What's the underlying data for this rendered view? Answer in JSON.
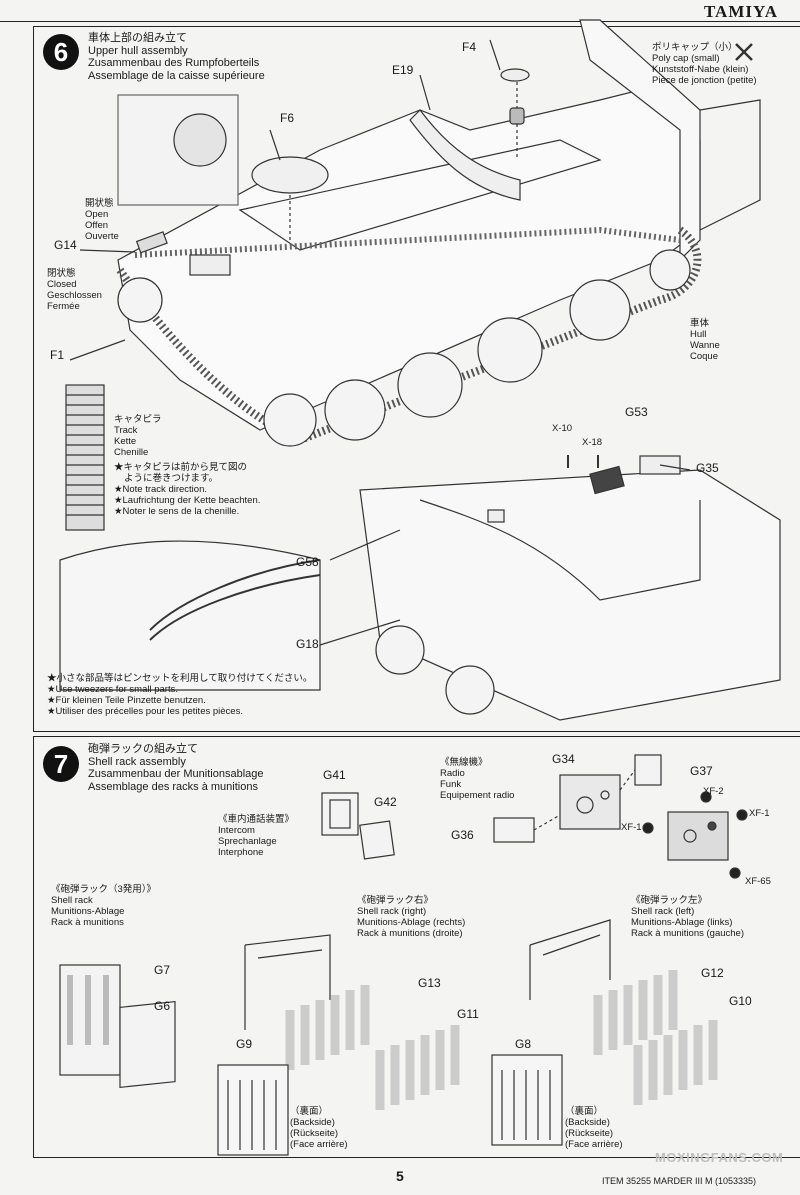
{
  "brand": "TAMIYA",
  "step6": {
    "number": "6",
    "title_jp": "車体上部の組み立て",
    "title_en": "Upper hull assembly",
    "title_de": "Zusammenbau des Rumpfoberteils",
    "title_fr": "Assemblage de la caisse supérieure",
    "parts": {
      "f4": "F4",
      "e19": "E19",
      "f6": "F6",
      "g14": "G14",
      "f1": "F1",
      "g53": "G53",
      "g35": "G35",
      "g58": "G58",
      "g18": "G18",
      "x10": "X-10",
      "x18": "X-18"
    },
    "polycap": [
      "ポリキャップ（小）",
      "Poly cap (small)",
      "Kunststoff-Nabe (klein)",
      "Pièce de jonction (petite)"
    ],
    "open": [
      "開状態",
      "Open",
      "Offen",
      "Ouverte"
    ],
    "closed": [
      "閉状態",
      "Closed",
      "Geschlossen",
      "Fermée"
    ],
    "hull": [
      "車体",
      "Hull",
      "Wanne",
      "Coque"
    ],
    "track": [
      "キャタピラ",
      "Track",
      "Kette",
      "Chenille"
    ],
    "track_note": [
      "★キャタピラは前から見て図の",
      "ように巻きつけます。",
      "★Note track direction.",
      "★Laufrichtung der Kette beachten.",
      "★Noter le sens de la chenille."
    ],
    "tweezer_note": [
      "★小さな部品等はピンセットを利用して取り付けてください。",
      "★Use tweezers for small parts.",
      "★Für kleinen Teile Pinzette benutzen.",
      "★Utiliser des précelles pour les petites pièces."
    ]
  },
  "step7": {
    "number": "7",
    "title_jp": "砲弾ラックの組み立て",
    "title_en": "Shell rack assembly",
    "title_de": "Zusammenbau der Munitionsablage",
    "title_fr": "Assemblage des racks à munitions",
    "radio": [
      "《無線機》",
      "Radio",
      "Funk",
      "Equipement radio"
    ],
    "intercom": [
      "《車内通話装置》",
      "Intercom",
      "Sprechanlage",
      "Interphone"
    ],
    "rack3": [
      "《砲弾ラック（3発用）》",
      "Shell rack",
      "Munitions-Ablage",
      "Rack à munitions"
    ],
    "rack_right": [
      "《砲弾ラック右》",
      "Shell rack (right)",
      "Munitions-Ablage (rechts)",
      "Rack à munitions (droite)"
    ],
    "rack_left": [
      "《砲弾ラック左》",
      "Shell rack (left)",
      "Munitions-Ablage (links)",
      "Rack à munitions (gauche)"
    ],
    "backside": [
      "（裏面）",
      "(Backside)",
      "(Rückseite)",
      "(Face arrière)"
    ],
    "parts": {
      "g41": "G41",
      "g42": "G42",
      "g34": "G34",
      "g37": "G37",
      "g36": "G36",
      "xf2": "XF-2",
      "xf1a": "XF-1",
      "xf1b": "XF-1",
      "xf65": "XF-65",
      "g7": "G7",
      "g6": "G6",
      "g13": "G13",
      "g11": "G11",
      "g9": "G9",
      "g12": "G12",
      "g10": "G10",
      "g8": "G8"
    }
  },
  "footer": {
    "page": "5",
    "item": "ITEM 35255  MARDER III M (1053335)",
    "watermark": "MOXINGFANS.COM"
  }
}
